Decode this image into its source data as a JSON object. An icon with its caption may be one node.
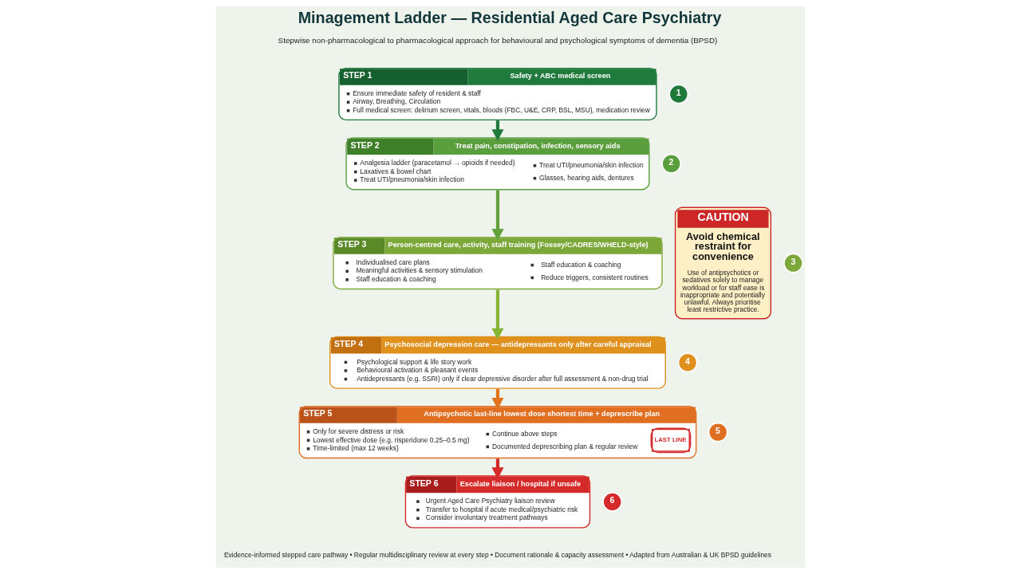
{
  "diagram": {
    "title": "Minagement Ladder — Residential Aged Care Psychiatry",
    "nodes": [
      {
        "text": [
          "1"
        ]
      },
      {
        "text": [
          "STEP 1",
          "Safety + ABC medical screen",
          "Ensure immediate safety of resident & staff",
          "Airway, Breathing, Circulation",
          "Full medical screen: delirium screen, vitals, bloods (FBC, U&E, CRP, BSL, MSU), medication review"
        ]
      },
      {
        "text": [
          "2"
        ]
      },
      {
        "text": [
          "STEP 2",
          "Treat pain, constipation, infection, sensory aids",
          "Analgesia ladder (paracetamol → opioids if needed)",
          "Laxatives & bowel chart",
          "Treat UTI/pneumonia/skin infection",
          "Treat UTI/pneumonia/skin infection",
          "Glasses, hearing aids, dentures"
        ]
      },
      {
        "text": [
          "3"
        ]
      },
      {
        "text": [
          "STEP 3",
          "Person-centred care, activity, staff training (Fossey/CADRES/WHELD-style)",
          "Individualised care plans",
          "Meaningful activities & sensory stimulation",
          "Staff education & coaching",
          "Staff education & coaching",
          "Reduce triggers, consistent routines"
        ]
      },
      {
        "text": [
          "4"
        ]
      },
      {
        "text": [
          "STEP 4",
          "Psychosocial depression care — antidepressants only after careful appraisal",
          "Psychological support & life story work",
          "Behavioural activation & pleasant events",
          "Antidepressants (e.g. SSRI) only if clear depressive disorder after full assessment & non-drug trial"
        ]
      },
      {
        "text": [
          "5"
        ]
      },
      {
        "text": [
          "STEP 5",
          "Antipsychotic last-line lowest dose shortest time + deprescribe plan",
          "Only for severe distress or risk",
          "Lowest effective dose (e.g. risperidone 0.25–0.5 mg)",
          "Time-limited (max 12 weeks)",
          "Continue above steps",
          "Documented deprescribing plan & regular review",
          "LAST LINE"
        ]
      },
      {
        "text": [
          "6"
        ]
      },
      {
        "text": [
          "STEP 6",
          "Escalate liaison / hospital if unsafe",
          "Urgent Aged Care Psychiatry liaison review",
          "Transfer to hospital if acute medical/psychiatric risk",
          "Consider involuntary treatment pathways"
        ]
      },
      {
        "text": [
          "CAUTION",
          "Avoid chemical restraint for convenience",
          "Use of antipsychotics or sedatives solely to manage workload or for staff ease is inappropriate and potentially unlawful. Always prioritise least restrictive practice."
        ]
      }
    ],
    "edges": [
      {
        "from": 1,
        "to": 3,
        "arrow": "to",
        "color": "#1f7a3c"
      },
      {
        "from": 3,
        "to": 5,
        "arrow": "to",
        "color": "#62a23c"
      },
      {
        "from": 5,
        "to": 7,
        "arrow": "to",
        "color": "#86b536"
      },
      {
        "from": 7,
        "to": 9,
        "arrow": "to",
        "color": "#e0731c"
      },
      {
        "from": 9,
        "to": 11,
        "arrow": "to",
        "color": "#d42a2a"
      }
    ],
    "labels": [
      "Stepwise non-pharmacological to pharmacological approach for behavioural and psychological symptoms of dementia (BPSD)",
      "Evidence-informed stepped care pathway • Regular multidisciplinary review at every step • Document rationale & capacity assessment • Adapted from Australian & UK BPSD guidelines"
    ]
  }
}
